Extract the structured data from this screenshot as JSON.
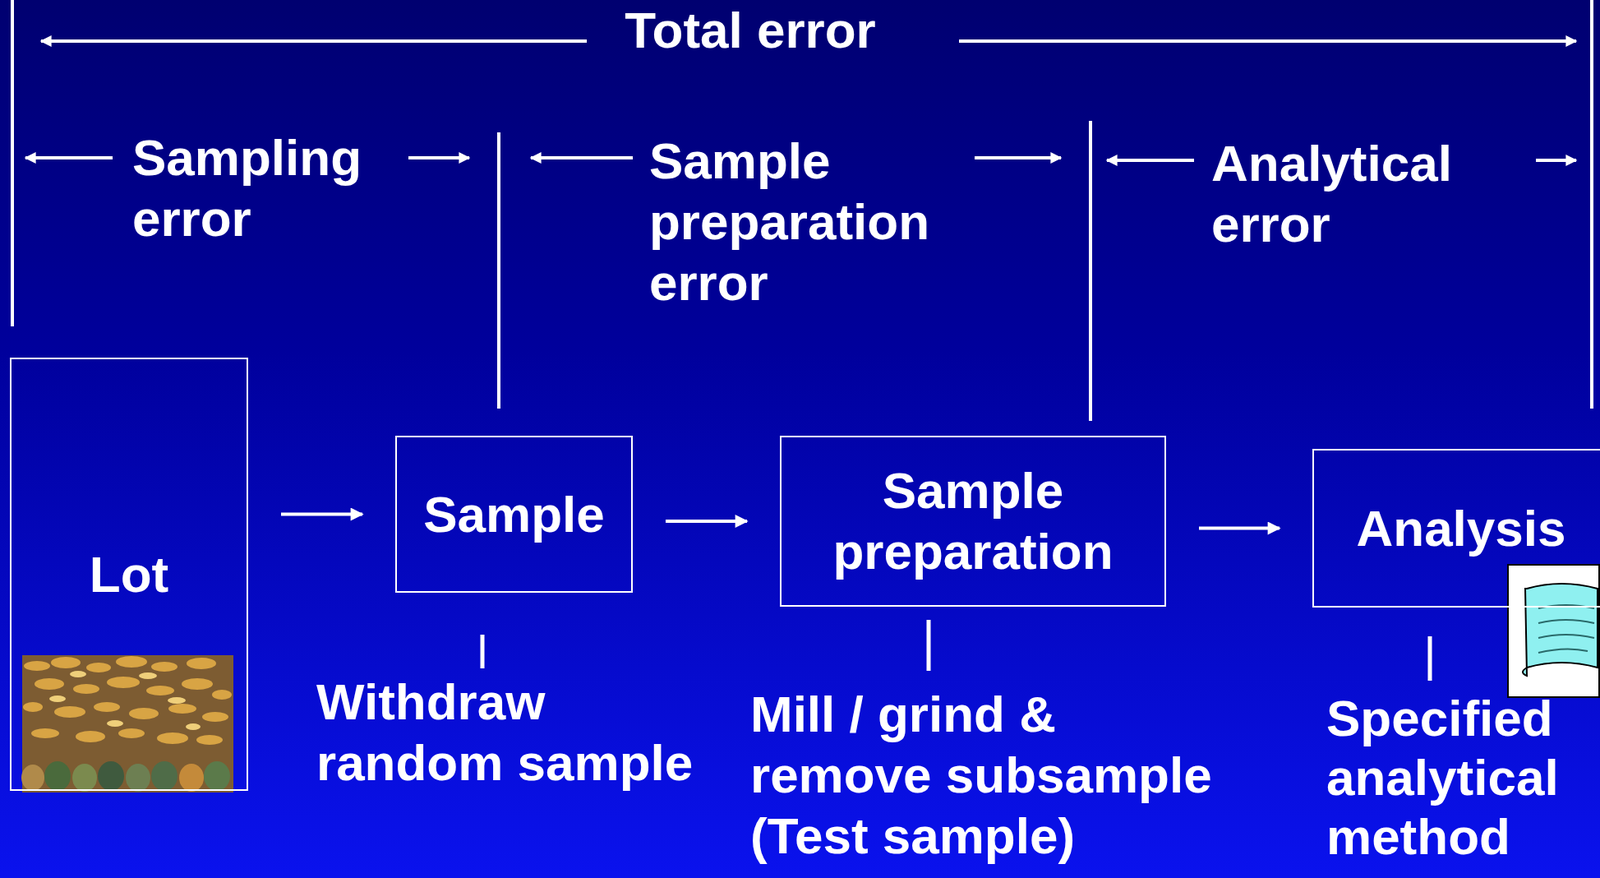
{
  "diagram": {
    "nodes": [
      {
        "text": [
          "Lot"
        ]
      },
      {
        "text": [
          "Sample"
        ]
      },
      {
        "text": [
          "Sample preparation"
        ]
      },
      {
        "text": [
          "Analysis"
        ]
      }
    ],
    "edges": [
      {
        "from": 0,
        "to": 1,
        "arrow": "to"
      },
      {
        "from": 1,
        "to": 2,
        "arrow": "to"
      },
      {
        "from": 2,
        "to": 3,
        "arrow": "to"
      }
    ],
    "labels": [
      "Total error",
      "Sampling error",
      "Sample preparation error",
      "Analytical error",
      "Withdraw random sample",
      "Mill / grind & remove subsample (Test sample)",
      "Specified analytical method"
    ]
  }
}
